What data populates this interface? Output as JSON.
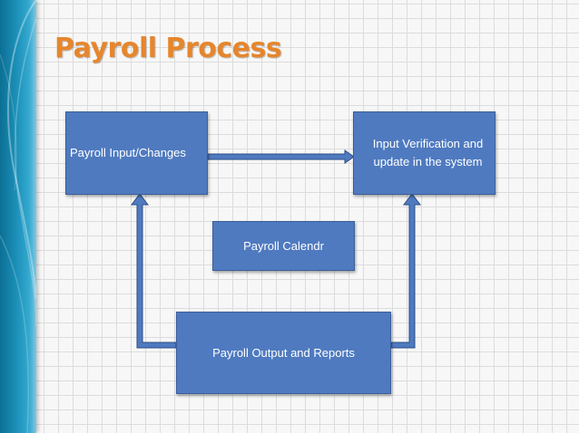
{
  "slide": {
    "title": "Payroll Process"
  },
  "diagram": {
    "nodes": {
      "input": "Payroll Input/Changes",
      "verify_line1": "Input Verification and",
      "verify_line2": "update in the system",
      "calendar": "Payroll Calendr",
      "output": "Payroll Output and Reports"
    },
    "edges": [
      {
        "from": "input",
        "to": "verify"
      },
      {
        "from": "output",
        "to": "input"
      },
      {
        "from": "output",
        "to": "verify"
      }
    ]
  },
  "colors": {
    "title": "#e6862c",
    "box_fill": "#4f7ac0",
    "box_border": "#3a5e99",
    "arrow_fill": "#4f7ac0",
    "sidebar": "#1b90b8"
  }
}
